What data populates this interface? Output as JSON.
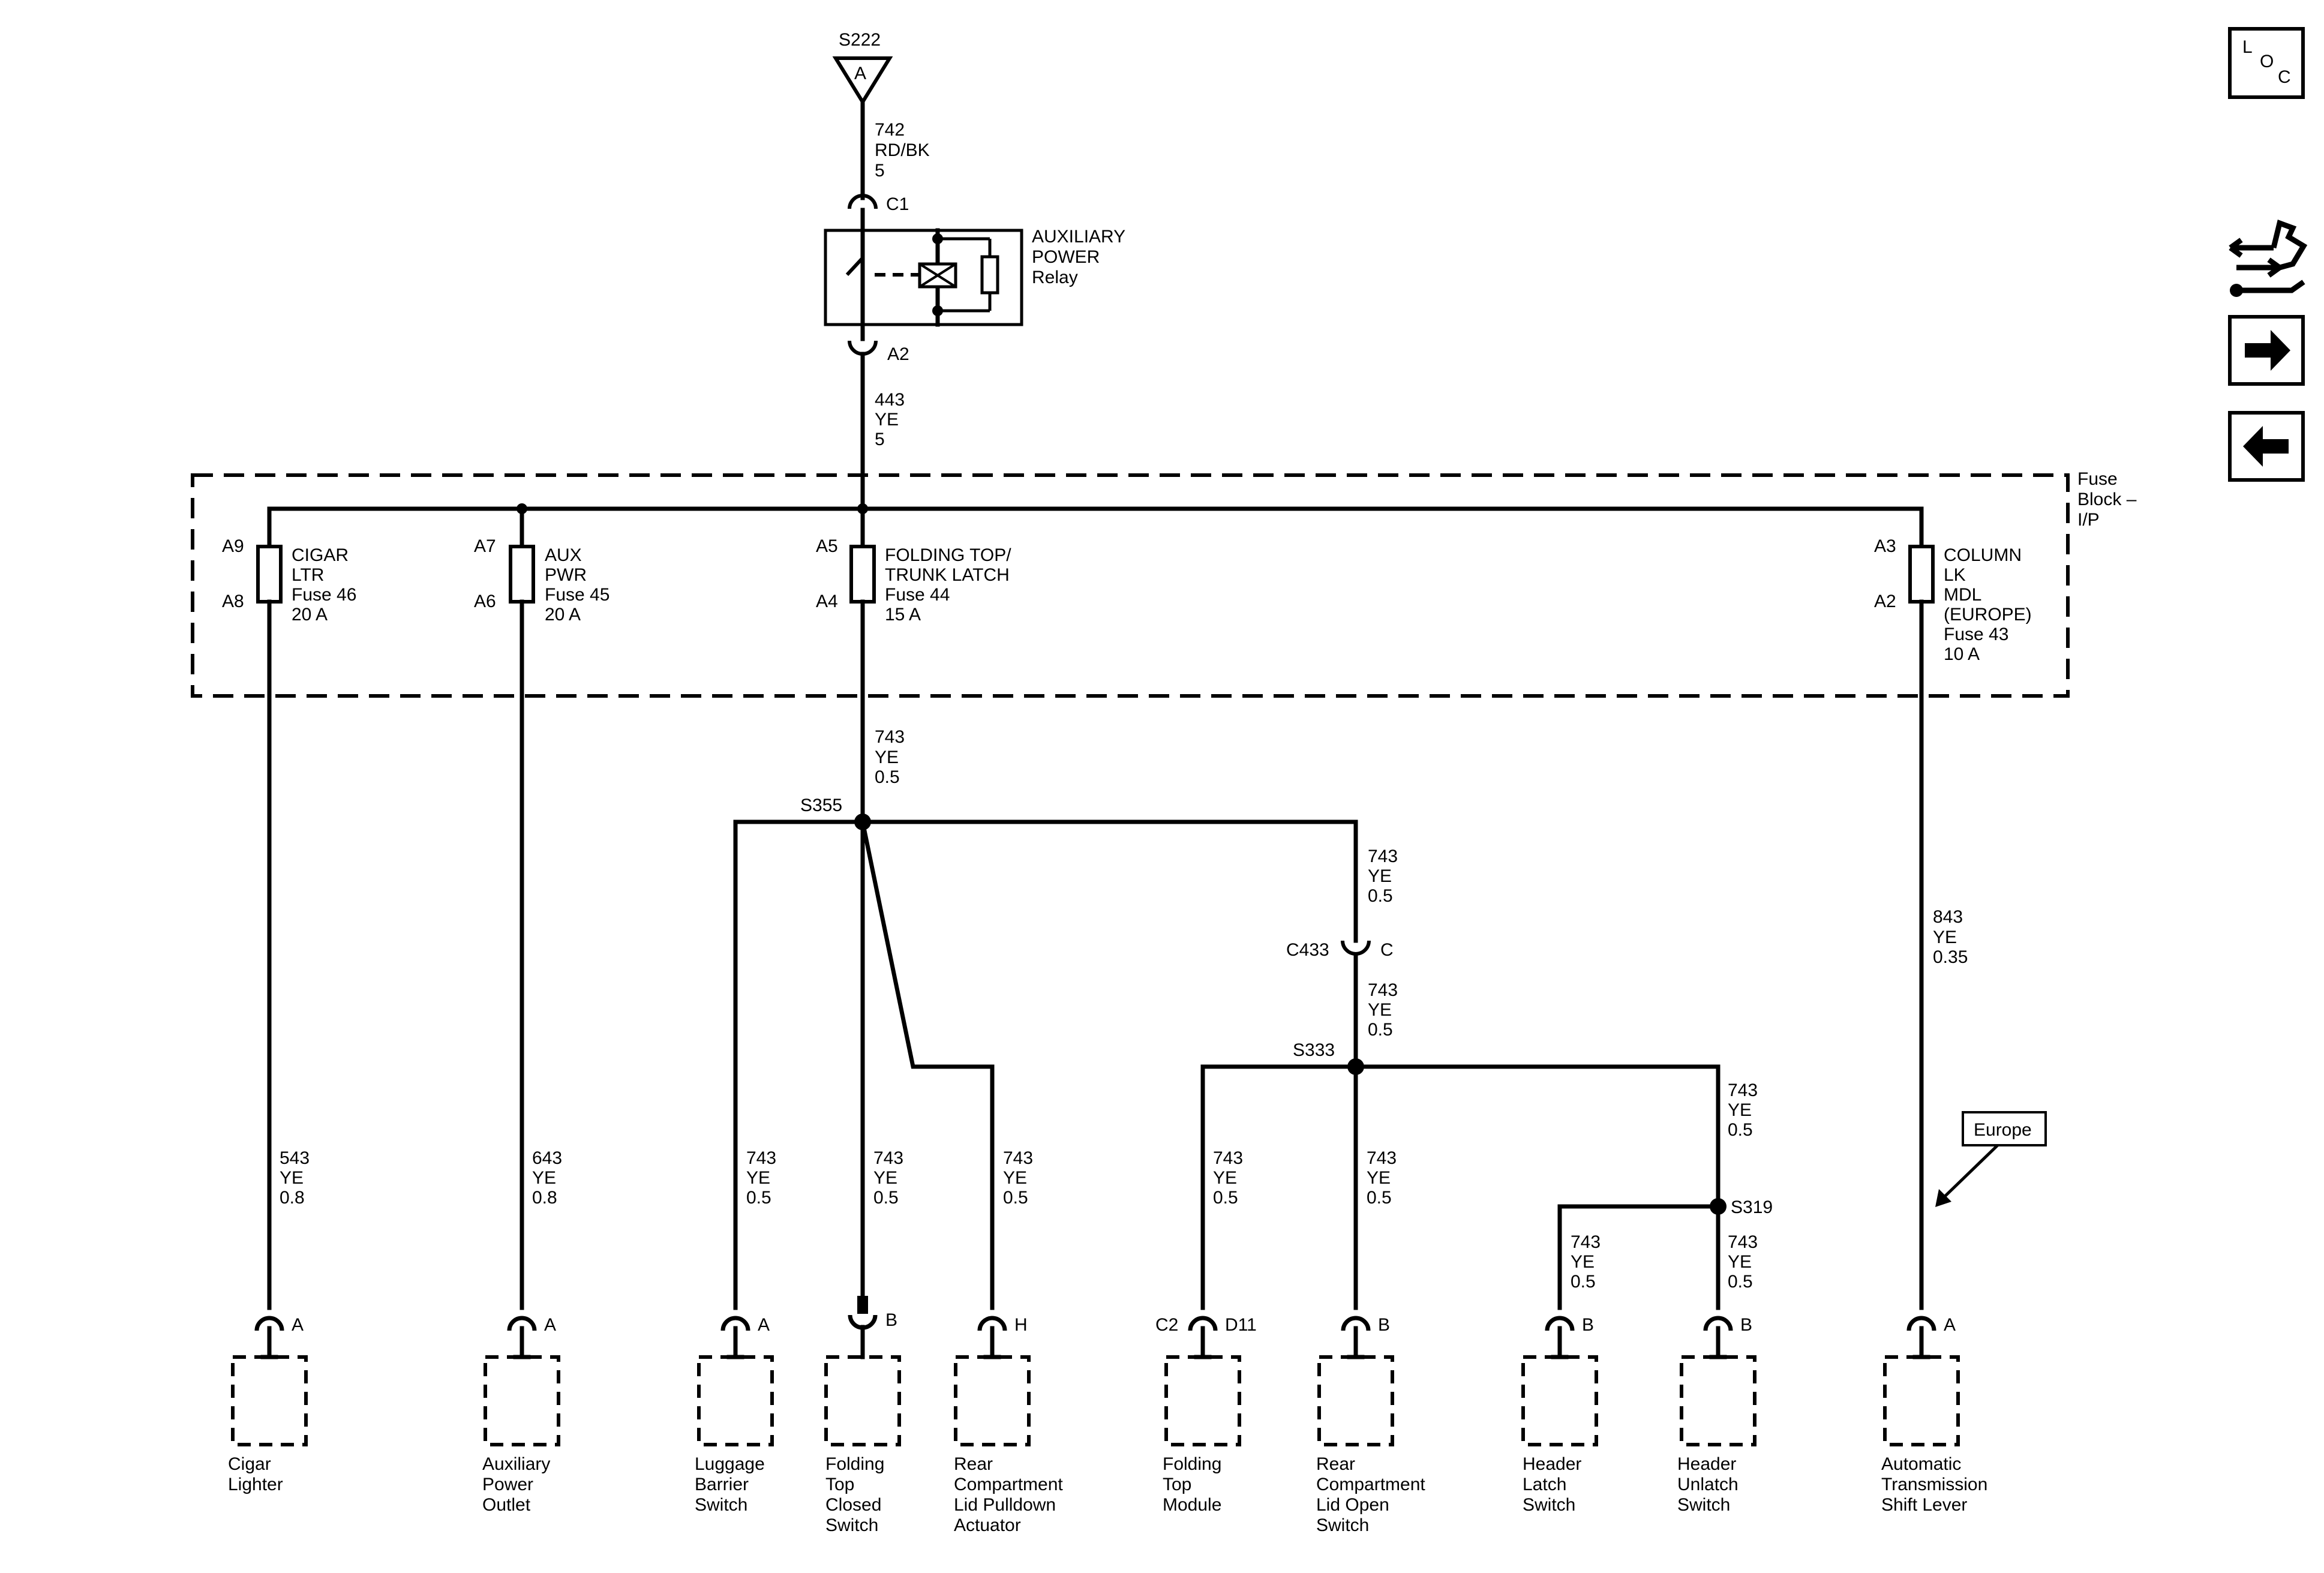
{
  "nav": {
    "loc_label": "LOC",
    "loc_letters": [
      "L",
      "O",
      "C"
    ],
    "next_icon": "arrow-right-icon",
    "prev_icon": "arrow-left-icon",
    "wire_icon": "wire-harness-icon"
  },
  "splice_top": {
    "name": "S222",
    "pin": "A"
  },
  "wire_742": [
    "742",
    "RD/BK",
    "5"
  ],
  "relay": {
    "title_lines": [
      "AUXILIARY",
      "POWER",
      "Relay"
    ],
    "conn_in": "C1",
    "conn_out": "A2"
  },
  "wire_443": [
    "443",
    "YE",
    "5"
  ],
  "fuse_block_label": [
    "Fuse",
    "Block –",
    "I/P"
  ],
  "fuses": [
    {
      "pin_top": "A9",
      "pin_bottom": "A8",
      "lines": [
        "CIGAR",
        "LTR",
        "Fuse 46",
        "20 A"
      ]
    },
    {
      "pin_top": "A7",
      "pin_bottom": "A6",
      "lines": [
        "AUX",
        "PWR",
        "Fuse 45",
        "20 A"
      ]
    },
    {
      "pin_top": "A5",
      "pin_bottom": "A4",
      "lines": [
        "FOLDING TOP/",
        "TRUNK LATCH",
        "Fuse 44",
        "15 A"
      ]
    },
    {
      "pin_top": "A3",
      "pin_bottom": "A2",
      "lines": [
        "COLUMN",
        "LK",
        "MDL",
        "(EUROPE)",
        "Fuse 43",
        "10 A"
      ]
    }
  ],
  "wire_743_main": [
    "743",
    "YE",
    "0.5"
  ],
  "splices": {
    "s355": "S355",
    "s333": "S333",
    "s319": "S319"
  },
  "connector_c433": {
    "name": "C433",
    "pin": "C"
  },
  "wire_743_to_c433": [
    "743",
    "YE",
    "0.5"
  ],
  "wire_743_from_c433": [
    "743",
    "YE",
    "0.5"
  ],
  "wire_743_s333_right": [
    "743",
    "YE",
    "0.5"
  ],
  "wire_843": [
    "843",
    "YE",
    "0.35"
  ],
  "europe_tag": "Europe",
  "branch_wires": [
    [
      "543",
      "YE",
      "0.8"
    ],
    [
      "643",
      "YE",
      "0.8"
    ],
    [
      "743",
      "YE",
      "0.5"
    ],
    [
      "743",
      "YE",
      "0.5"
    ],
    [
      "743",
      "YE",
      "0.5"
    ],
    [
      "743",
      "YE",
      "0.5"
    ],
    [
      "743",
      "YE",
      "0.5"
    ],
    [
      "743",
      "YE",
      "0.5"
    ],
    [
      "743",
      "YE",
      "0.5"
    ]
  ],
  "components": [
    {
      "pin": "A",
      "lines": [
        "Cigar",
        "Lighter"
      ]
    },
    {
      "pin": "A",
      "lines": [
        "Auxiliary",
        "Power",
        "Outlet"
      ]
    },
    {
      "pin": "A",
      "lines": [
        "Luggage",
        "Barrier",
        "Switch"
      ]
    },
    {
      "pin": "B",
      "lines": [
        "Folding",
        "Top",
        "Closed",
        "Switch"
      ]
    },
    {
      "pin": "H",
      "lines": [
        "Rear",
        "Compartment",
        "Lid Pulldown",
        "Actuator"
      ]
    },
    {
      "pin": "D11",
      "conn": "C2",
      "lines": [
        "Folding",
        "Top",
        "Module"
      ]
    },
    {
      "pin": "B",
      "lines": [
        "Rear",
        "Compartment",
        "Lid Open",
        "Switch"
      ]
    },
    {
      "pin": "B",
      "lines": [
        "Header",
        "Latch",
        "Switch"
      ]
    },
    {
      "pin": "B",
      "lines": [
        "Header",
        "Unlatch",
        "Switch"
      ]
    },
    {
      "pin": "A",
      "lines": [
        "Automatic",
        "Transmission",
        "Shift Lever"
      ]
    }
  ]
}
